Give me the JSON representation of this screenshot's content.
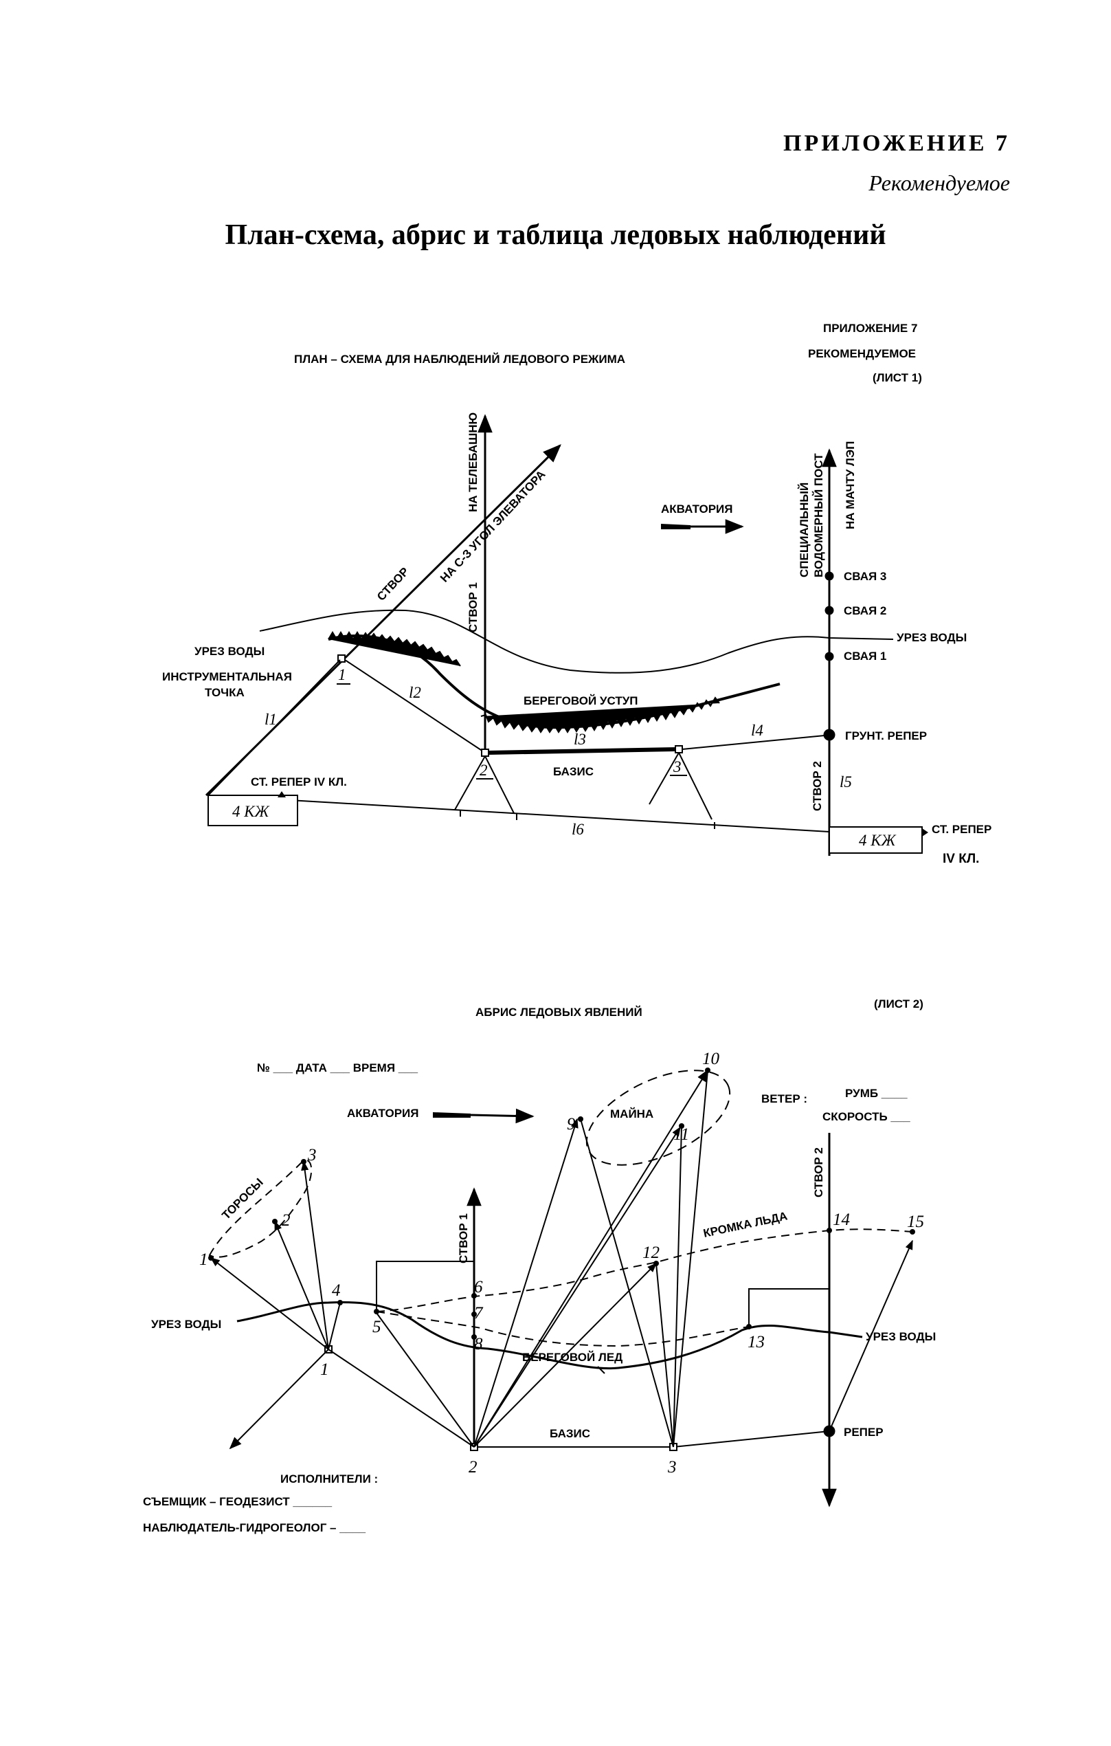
{
  "header": {
    "appendix_number": "ПРИЛОЖЕНИЕ 7",
    "status": "Рекомендуемое",
    "title": "План-схема, абрис и таблица ледовых наблюдений"
  },
  "sheet1": {
    "title": "ПЛАН – СХЕМА ДЛЯ НАБЛЮДЕНИЙ ЛЕДОВОГО РЕЖИМА",
    "appendix": "ПРИЛОЖЕНИЕ 7",
    "status": "РЕКОМЕНДУЕМОЕ",
    "sheet": "(ЛИСТ 1)",
    "labels": {
      "tv_tower": "НА ТЕЛЕБАШНЮ",
      "elevator_corner": "НА С-З УГОЛ ЭЛЕВАТОРА",
      "stvor": "СТВОР",
      "stvor1": "СТВОР 1",
      "stvor2": "СТВОР 2",
      "water_area": "АКВАТОРИЯ",
      "special_post_1": "СПЕЦИАЛЬНЫЙ",
      "special_post_2": "ВОДОМЕРНЫЙ ПОСТ",
      "power_mast": "НА МАЧТУ ЛЭП",
      "pile3": "СВАЯ 3",
      "pile2": "СВАЯ 2",
      "pile1": "СВАЯ 1",
      "water_edge_left": "УРЕЗ ВОДЫ",
      "water_edge_right": "УРЕЗ ВОДЫ",
      "instrument_point_1": "ИНСТРУМЕНТАЛЬНАЯ",
      "instrument_point_2": "ТОЧКА",
      "bank_scarp": "БЕРЕГОВОЙ УСТУП",
      "ground_benchmark": "ГРУНТ. РЕПЕР",
      "basis": "БАЗИС",
      "wall_benchmark_left": "СТ. РЕПЕР IV КЛ.",
      "wall_benchmark_right_1": "СТ. РЕПЕР",
      "wall_benchmark_right_2": "IV КЛ.",
      "building_left": "4 КЖ",
      "building_right": "4 КЖ",
      "point1": "1",
      "point2": "2",
      "point3": "3",
      "l1": "l1",
      "l2": "l2",
      "l3": "l3",
      "l4": "l4",
      "l5": "l5",
      "l6": "l6"
    }
  },
  "sheet2": {
    "title": "АБРИС ЛЕДОВЫХ ЯВЛЕНИЙ",
    "sheet": "(ЛИСТ 2)",
    "header_line": "№ ___ ДАТА ___ ВРЕМЯ ___",
    "water_area": "АКВАТОРИЯ",
    "wind_label": "ВЕТЕР :",
    "wind_direction": "РУМБ ____",
    "wind_speed": "СКОРОСТЬ ___",
    "labels": {
      "hummocks": "ТОРОСЫ",
      "polynya": "МАЙНА",
      "ice_edge": "КРОМКА ЛЬДА",
      "water_edge_left": "УРЕЗ ВОДЫ",
      "water_edge_right": "УРЕЗ ВОДЫ",
      "shore_ice": "БЕРЕГОВОЙ ЛЕД",
      "basis": "БАЗИС",
      "benchmark": "РЕПЕР",
      "stvor1": "СТВОР 1",
      "stvor2": "СТВОР 2"
    },
    "points": [
      "1",
      "2",
      "3",
      "4",
      "5",
      "6",
      "7",
      "8",
      "9",
      "10",
      "11",
      "12",
      "13",
      "14",
      "15"
    ],
    "station_labels": [
      "1",
      "2",
      "3"
    ],
    "performers_title": "ИСПОЛНИТЕЛИ :",
    "performer1": "СЪЕМЩИК – ГЕОДЕЗИСТ ______",
    "performer2": "НАБЛЮДАТЕЛЬ-ГИДРОГЕОЛОГ – ____"
  }
}
